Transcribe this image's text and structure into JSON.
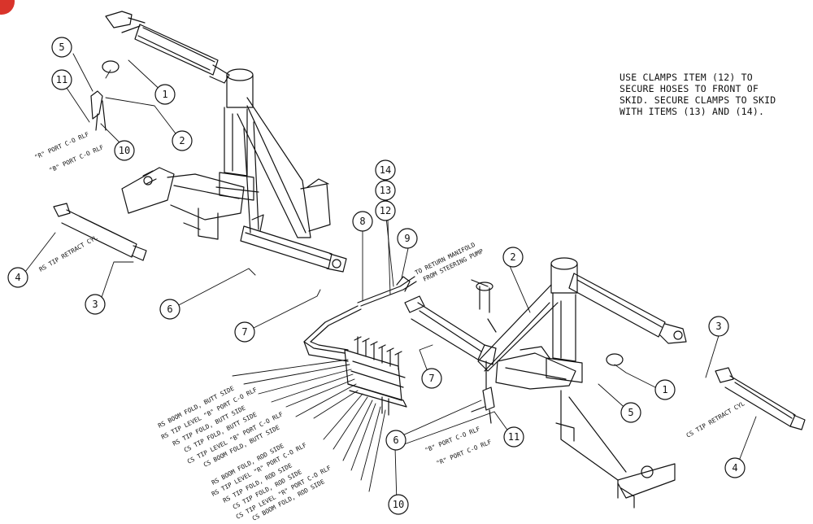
{
  "note": {
    "lines": [
      "USE CLAMPS ITEM (12) TO",
      "SECURE HOSES TO FRONT OF",
      "SKID. SECURE CLAMPS TO SKID",
      "WITH ITEMS (13) AND (14)."
    ]
  },
  "balloons": {
    "b1_left": "1",
    "b2_left": "2",
    "b3_left": "3",
    "b4_left": "4",
    "b5_left": "5",
    "b6_left": "6",
    "b7_left": "7",
    "b10_left": "10",
    "b11_left": "11",
    "b8": "8",
    "b9": "9",
    "b12": "12",
    "b13": "13",
    "b14": "14",
    "b1_right": "1",
    "b2_right": "2",
    "b3_right": "3",
    "b4_right": "4",
    "b5_right": "5",
    "b6_right": "6",
    "b7_right": "7",
    "b10_right": "10",
    "b11_right": "11"
  },
  "labels": {
    "r_port_left": "\"R\" PORT C-O RLF",
    "b_port_left": "\"B\" PORT C-O RLF",
    "rs_tip_retract": "RS TIP RETRACT CYL",
    "to_return": "TO RETURN MANIFOLD",
    "from_steering": "FROM STEERING PUMP",
    "b_port_right": "\"B\" PORT C-O RLF",
    "r_port_right": "\"R\" PORT C-O RLF",
    "cs_tip_retract": "CS TIP RETRACT CYL"
  },
  "hoses_butt": [
    "RS BOOM FOLD, BUTT SIDE",
    "RS TIP LEVEL \"B\" PORT C-O RLF",
    "RS TIP FOLD, BUTT SIDE",
    "CS TIP FOLD, BUTT SIDE",
    "CS TIP LEVEL \"B\" PORT C-O RLF",
    "CS BOOM FOLD, BUTT SIDE"
  ],
  "hoses_rod": [
    "RS BOOM FOLD, ROD SIDE",
    "RS TIP LEVEL \"R\" PORT C-O RLF",
    "RS TIP FOLD, ROD SIDE",
    "CS TIP FOLD, ROD SIDE",
    "CS TIP LEVEL \"R\" PORT C-O RLF",
    "CS BOOM FOLD, ROD SIDE"
  ],
  "colors": {
    "ink": "#111111",
    "badge": "#d9342b",
    "paper": "#ffffff"
  }
}
